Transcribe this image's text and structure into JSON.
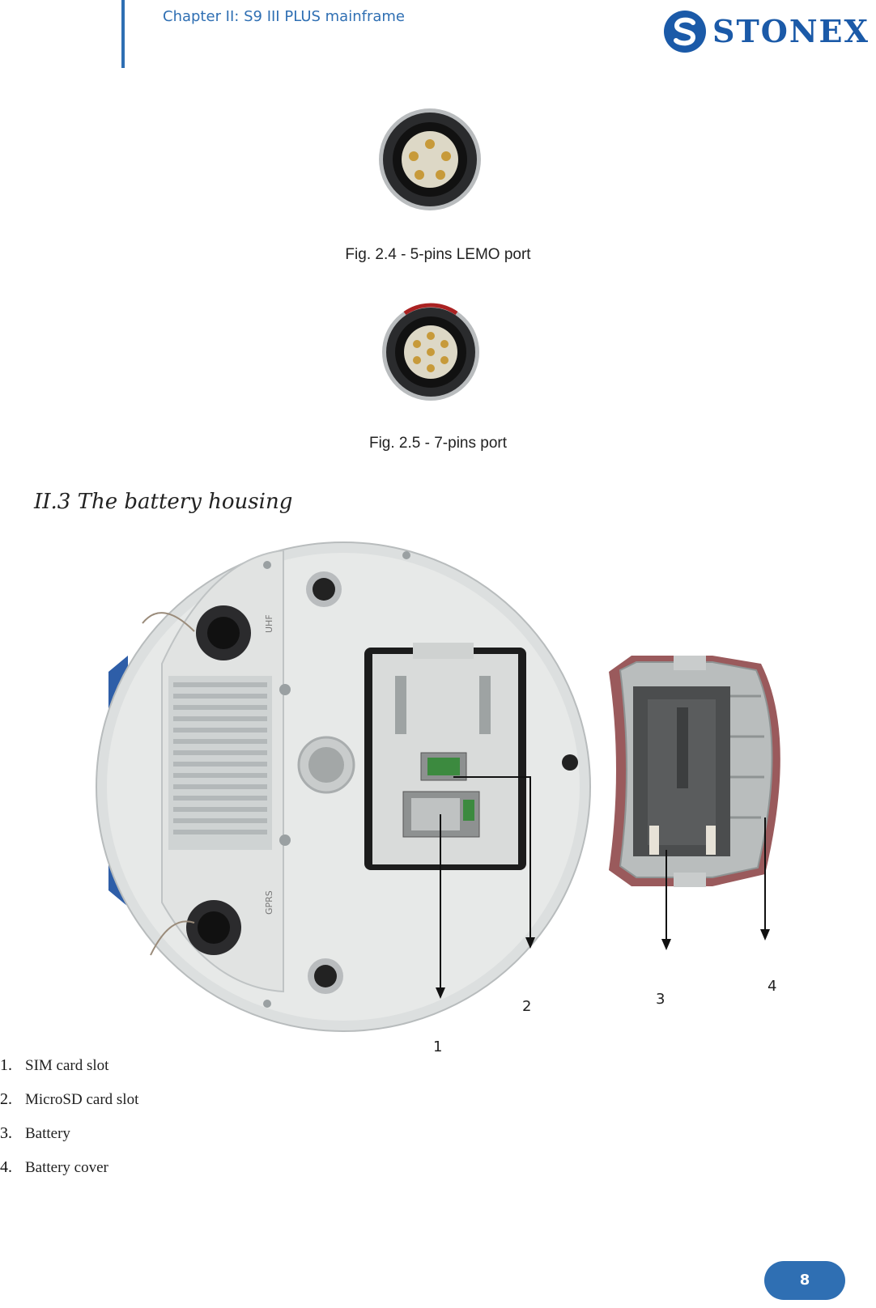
{
  "header": {
    "chapter_title": "Chapter II: S9 III PLUS mainframe",
    "brand": "STONEX"
  },
  "figures": [
    {
      "caption": "Fig. 2.4 - 5-pins LEMO port",
      "icon": "lemo-5-pin-connector-icon"
    },
    {
      "caption": "Fig. 2.5 - 7-pins port",
      "icon": "7-pin-connector-icon"
    }
  ],
  "section": {
    "title": "II.3 The battery housing",
    "photo_labels": {
      "uhf": "UHF",
      "gprs": "GPRS"
    },
    "callouts": [
      "1",
      "2",
      "3",
      "4"
    ],
    "legend": [
      {
        "num": "1.",
        "label": "SIM card slot"
      },
      {
        "num": "2.",
        "label": "MicroSD card slot"
      },
      {
        "num": "3.",
        "label": "Battery"
      },
      {
        "num": "4.",
        "label": "Battery cover"
      }
    ]
  },
  "footer": {
    "page_number": "8"
  },
  "colors": {
    "accent": "#2f6fb3",
    "brand": "#1b5aa8"
  }
}
